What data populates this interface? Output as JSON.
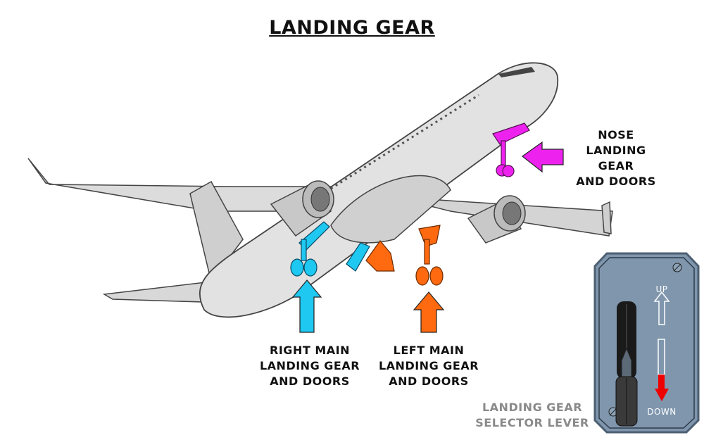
{
  "title": "LANDING GEAR",
  "labels": {
    "nose": [
      "NOSE",
      "LANDING",
      "GEAR",
      "AND DOORS"
    ],
    "right_main": [
      "RIGHT MAIN",
      "LANDING GEAR",
      "AND DOORS"
    ],
    "left_main": [
      "LEFT MAIN",
      "LANDING GEAR",
      "AND DOORS"
    ],
    "selector": [
      "LANDING GEAR",
      "SELECTOR LEVER"
    ]
  },
  "lever_panel": {
    "up": "UP",
    "down": "DOWN",
    "position": "DOWN"
  },
  "colors": {
    "nose": "#ee22ee",
    "right_main": "#1ec8f0",
    "left_main": "#ff6a10",
    "panel": "#7f96ad",
    "down_indicator": "#ee0000"
  }
}
